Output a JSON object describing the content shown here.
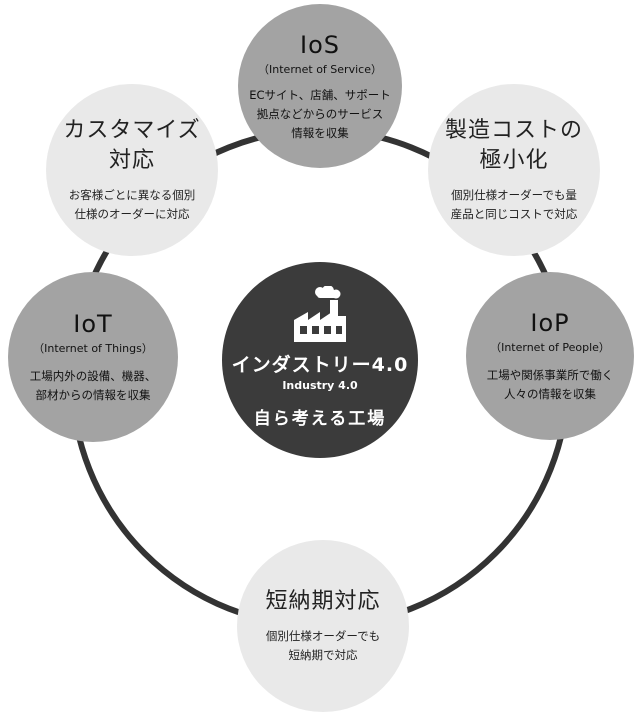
{
  "colors": {
    "ring": "#333333",
    "light_node": "#e9e9e9",
    "mid_node": "#a3a3a3",
    "center_node": "#3b3b3b"
  },
  "center": {
    "icon": "factory-icon",
    "title": "インダストリー4.0",
    "subtitle_en": "Industry 4.0",
    "slogan": "自ら考える工場"
  },
  "nodes": {
    "ios": {
      "title": "IoS",
      "subtitle": "（Internet of Service）",
      "description": "ECサイト、店舗、サポート\n拠点などからのサービス\n情報を収集"
    },
    "cost": {
      "title": "製造コストの\n極小化",
      "description": "個別仕様オーダーでも量\n産品と同じコストで対応"
    },
    "iop": {
      "title": "IoP",
      "subtitle": "（Internet of People）",
      "description": "工場や関係事業所で働く\n人々の情報を収集"
    },
    "leadtime": {
      "title": "短納期対応",
      "description": "個別仕様オーダーでも\n短納期で対応"
    },
    "iot": {
      "title": "IoT",
      "subtitle": "（Internet of Things）",
      "description": "工場内外の設備、機器、\n部材からの情報を収集"
    },
    "custom": {
      "title": "カスタマイズ\n対応",
      "description": "お客様ごとに異なる個別\n仕様のオーダーに対応"
    }
  }
}
